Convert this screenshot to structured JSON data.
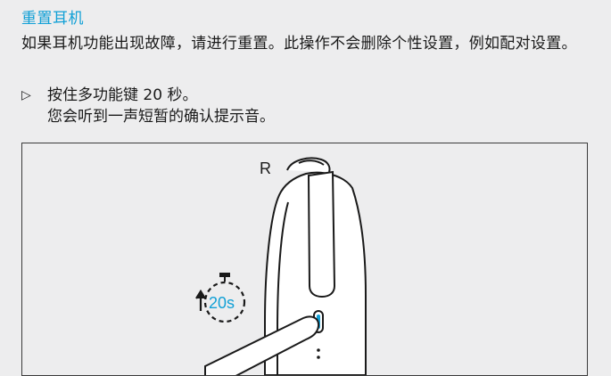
{
  "section": {
    "title": "重置耳机"
  },
  "intro": {
    "text": "如果耳机功能出现故障，请进行重置。此操作不会删除个性设置，例如配对设置。"
  },
  "step": {
    "marker": "▷",
    "action": "按住多功能键 20 秒。",
    "result": "您会听到一声短暂的确认提示音。"
  },
  "figure": {
    "side_label": "R",
    "timer_label": "20s",
    "accent_color": "#11a0d6"
  }
}
